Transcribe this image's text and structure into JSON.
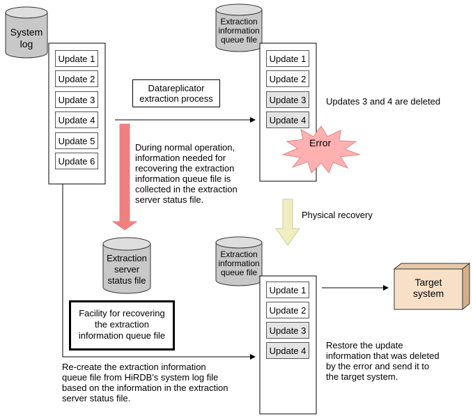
{
  "system_log": {
    "label_line1": "System",
    "label_line2": "log"
  },
  "queue_file_top": {
    "line1": "Extraction",
    "line2": "information",
    "line3": "queue file"
  },
  "queue_file_bottom": {
    "line1": "Extraction",
    "line2": "information",
    "line3": "queue file"
  },
  "server_status_file": {
    "line1": "Extraction",
    "line2": "server",
    "line3": "status file"
  },
  "log_updates": [
    "Update 1",
    "Update 2",
    "Update 3",
    "Update 4",
    "Update 5",
    "Update 6"
  ],
  "top_queue_updates": [
    "Update 1",
    "Update 2",
    "Update 3",
    "Update 4"
  ],
  "bottom_queue_updates": [
    "Update 1",
    "Update 2",
    "Update 3",
    "Update 4"
  ],
  "process_box": {
    "line1": "Datareplicator",
    "line2": "extraction process"
  },
  "deleted_note": "Updates 3 and 4 are deleted",
  "error_label": "Error",
  "normal_op_note": [
    "During normal operation,",
    "information needed for",
    "recovering the extraction",
    "information queue file is",
    "collected in the extraction",
    "server status file."
  ],
  "physical_recovery": "Physical recovery",
  "facility_box": [
    "Facility for recovering",
    "the extraction",
    "information queue file"
  ],
  "recreate_note": [
    "Re-create the extraction information",
    "queue file from HiRDB's system log file",
    "based on the information in the extraction",
    "server status file."
  ],
  "target_system": {
    "line1": "Target",
    "line2": "system"
  },
  "restore_note": [
    "Restore the update",
    "information that was deleted",
    "by the error and send it to",
    "the target system."
  ],
  "colors": {
    "cylinder": "#c8c8c8",
    "red_arrow": "#f08080",
    "yellow_arrow": "#eeeec0",
    "target_box": "#f8e0c8",
    "error_burst": "#ffb0b0"
  }
}
